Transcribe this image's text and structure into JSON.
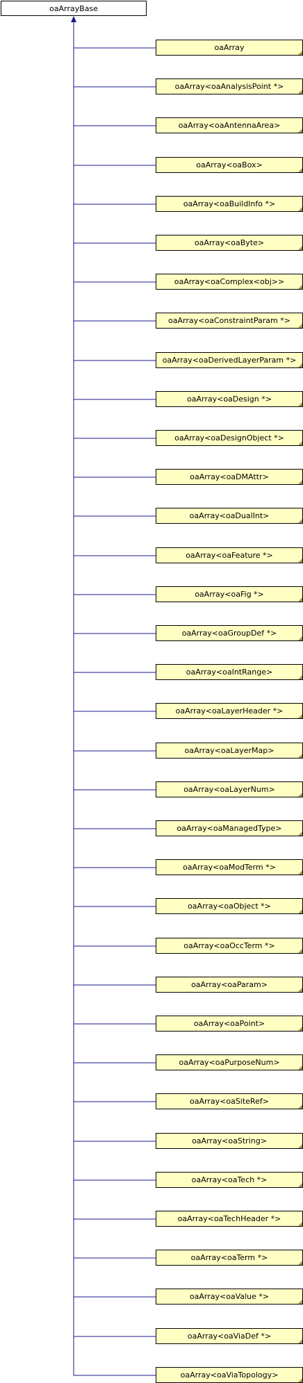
{
  "base": {
    "label": "oaArrayBase"
  },
  "derived": [
    "oaArray",
    "oaArray<oaAnalysisPoint *>",
    "oaArray<oaAntennaArea>",
    "oaArray<oaBox>",
    "oaArray<oaBuildInfo *>",
    "oaArray<oaByte>",
    "oaArray<oaComplex<obj>>",
    "oaArray<oaConstraintParam *>",
    "oaArray<oaDerivedLayerParam *>",
    "oaArray<oaDesign *>",
    "oaArray<oaDesignObject *>",
    "oaArray<oaDMAttr>",
    "oaArray<oaDualInt>",
    "oaArray<oaFeature *>",
    "oaArray<oaFig *>",
    "oaArray<oaGroupDef *>",
    "oaArray<oaIntRange>",
    "oaArray<oaLayerHeader *>",
    "oaArray<oaLayerMap>",
    "oaArray<oaLayerNum>",
    "oaArray<oaManagedType>",
    "oaArray<oaModTerm *>",
    "oaArray<oaObject *>",
    "oaArray<oaOccTerm *>",
    "oaArray<oaParam>",
    "oaArray<oaPoint>",
    "oaArray<oaPurposeNum>",
    "oaArray<oaSiteRef>",
    "oaArray<oaString>",
    "oaArray<oaTech *>",
    "oaArray<oaTechHeader *>",
    "oaArray<oaTerm *>",
    "oaArray<oaValue *>",
    "oaArray<oaViaDef *>",
    "oaArray<oaViaTopology>"
  ],
  "colors": {
    "edge": "#1a1a8c",
    "node_fill": "#ffffc4",
    "base_fill": "#ffffff"
  }
}
